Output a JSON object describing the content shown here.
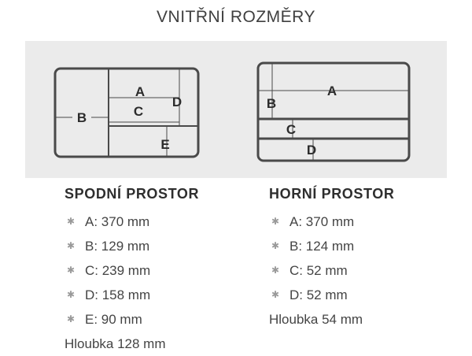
{
  "title": "VNITŘNÍ ROZMĚRY",
  "diagram_labels": {
    "bottom": {
      "a": "A",
      "b": "B",
      "c": "C",
      "d": "D",
      "e": "E"
    },
    "top": {
      "a": "A",
      "b": "B",
      "c": "C",
      "d": "D"
    }
  },
  "bullet_glyph": "✱",
  "colors": {
    "band": "#ebebeb",
    "lines": "#4a4a4a",
    "text": "#444444"
  },
  "left": {
    "heading": "SPODNÍ PROSTOR",
    "items": [
      "A: 370 mm",
      "B: 129 mm",
      "C: 239 mm",
      "D: 158 mm",
      "E: 90 mm"
    ],
    "depth": "Hloubka 128 mm"
  },
  "right": {
    "heading": "HORNÍ PROSTOR",
    "items": [
      "A: 370 mm",
      "B: 124 mm",
      "C: 52 mm",
      "D: 52 mm"
    ],
    "depth": "Hloubka 54 mm"
  }
}
